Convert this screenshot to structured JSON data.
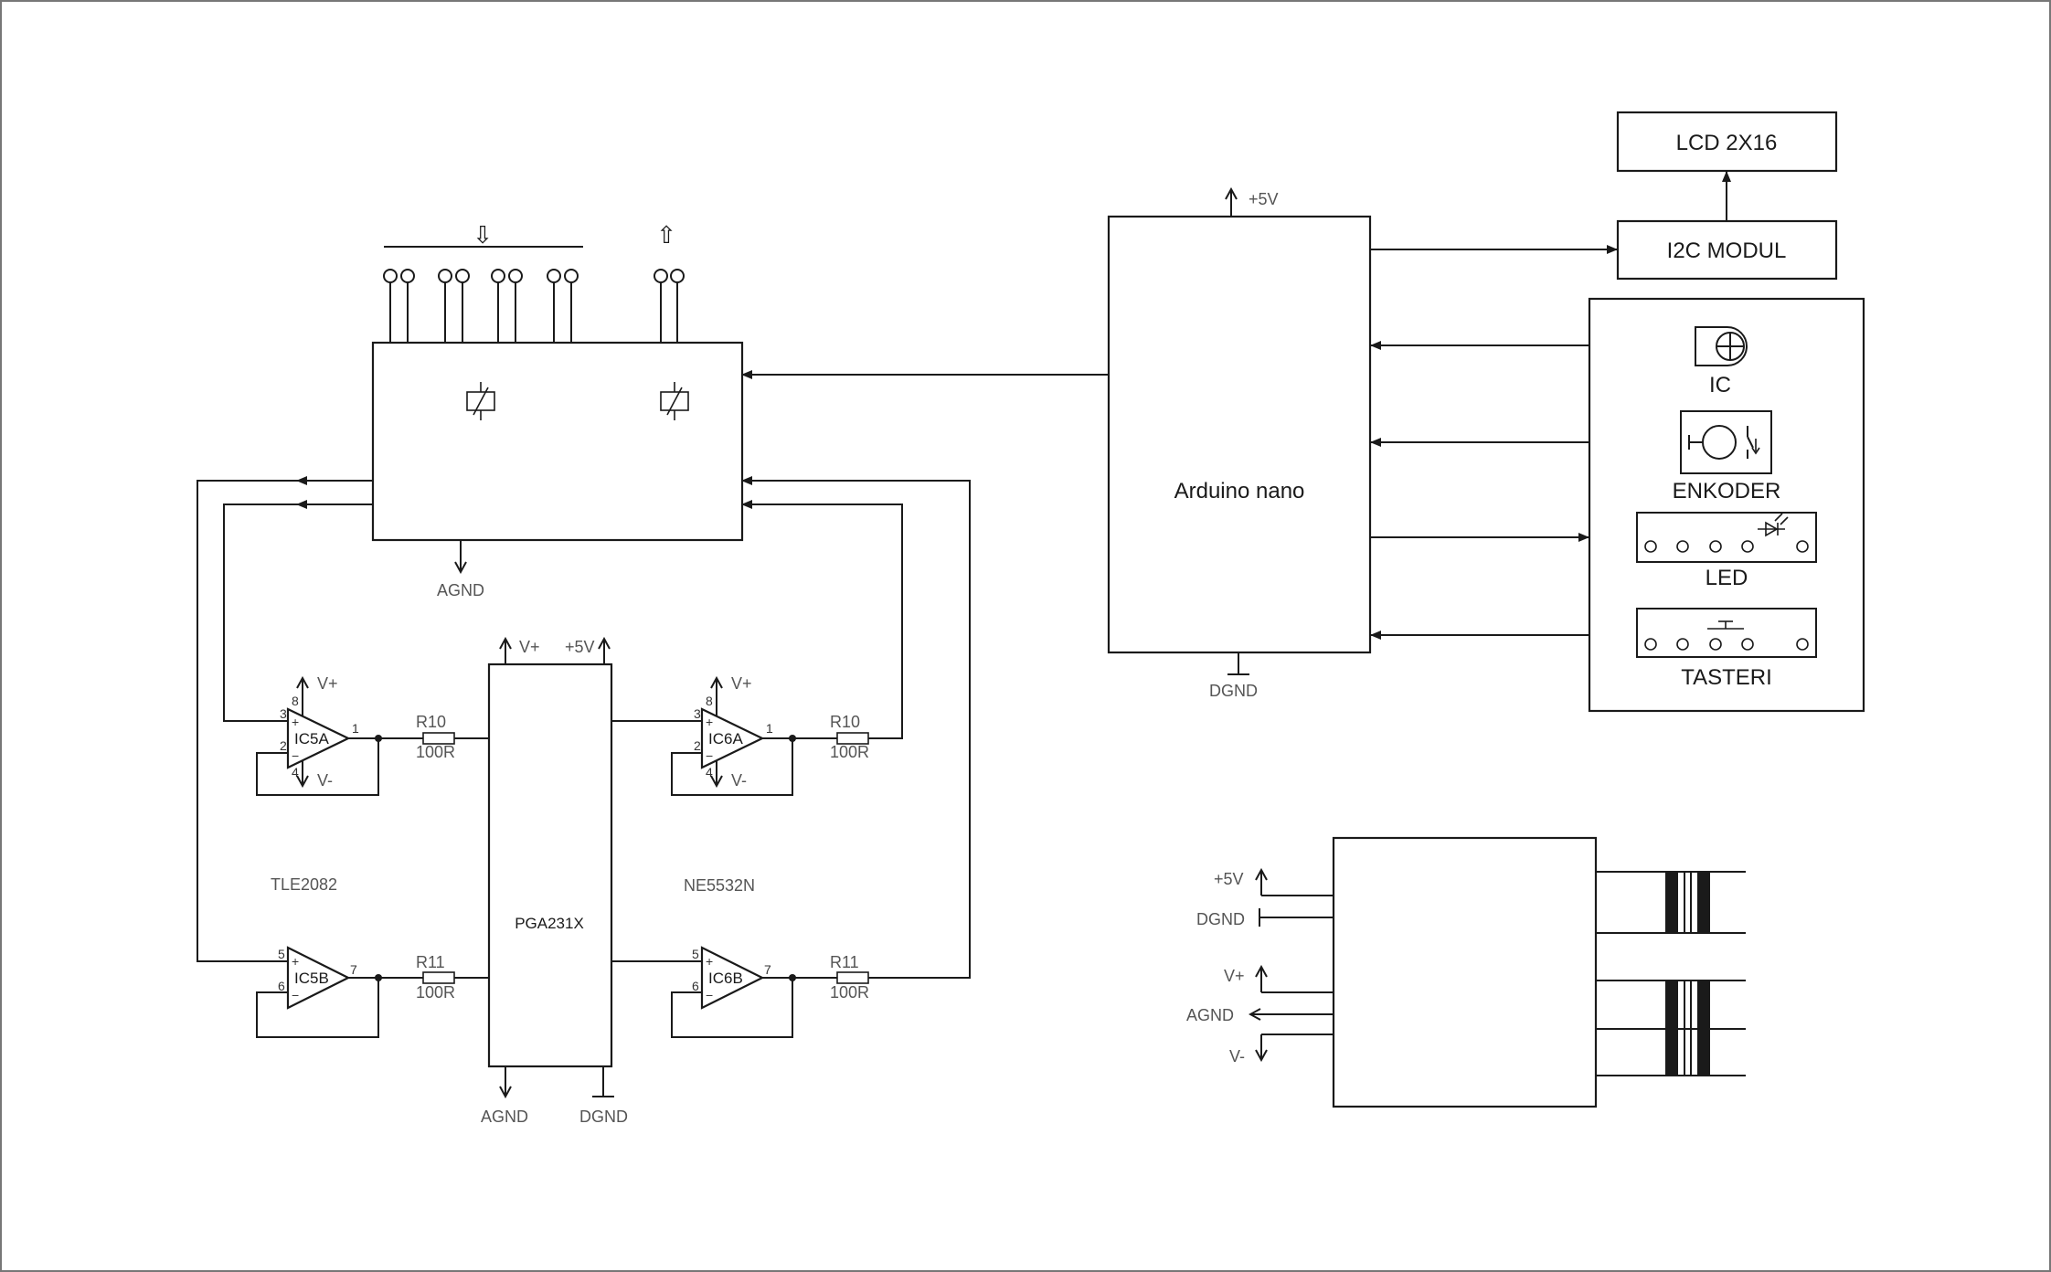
{
  "labels": {
    "plus5v": "+5V",
    "vplus": "V+",
    "vminus": "V-",
    "agnd": "AGND",
    "dgnd": "DGND",
    "r10": "R10",
    "r11": "R11",
    "r100": "100R",
    "ic5a": "IC5A",
    "ic5b": "IC5B",
    "ic6a": "IC6A",
    "ic6b": "IC6B",
    "tle2082": "TLE2082",
    "ne5532n": "NE5532N",
    "pga231x": "PGA231X",
    "arduino": "Arduino nano",
    "lcd": "LCD 2X16",
    "i2c": "I2C MODUL",
    "ic": "IC",
    "enkoder": "ENKODER",
    "led": "LED",
    "tasteri": "TASTERI",
    "arrow_down": "⇩",
    "arrow_up": "⇧"
  },
  "pins": {
    "p1": "1",
    "p2": "2",
    "p3": "3",
    "p4": "4",
    "p5": "5",
    "p6": "6",
    "p7": "7",
    "p8": "8",
    "plus": "+",
    "minus": "−"
  }
}
